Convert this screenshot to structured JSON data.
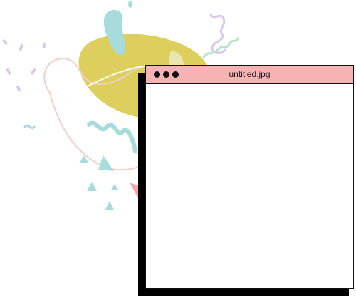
{
  "window": {
    "title": "untitled.jpg",
    "titlebar_color": "#f7b3b3",
    "frame_color": "#111111",
    "shadow_color": "#000000",
    "canvas_color": "#ffffff",
    "controls": [
      {
        "name": "close-button",
        "color": "#111111"
      },
      {
        "name": "minimize-button",
        "color": "#111111"
      },
      {
        "name": "maximize-button",
        "color": "#111111"
      }
    ]
  },
  "decor": {
    "blob_color": "#dccf5e",
    "teal_color": "#a8dcdc",
    "pink_color": "#f4a9a9",
    "lavender_color": "#d9c8ea",
    "mint_color": "#b9e3c6",
    "line_color": "#f2cfc6"
  }
}
